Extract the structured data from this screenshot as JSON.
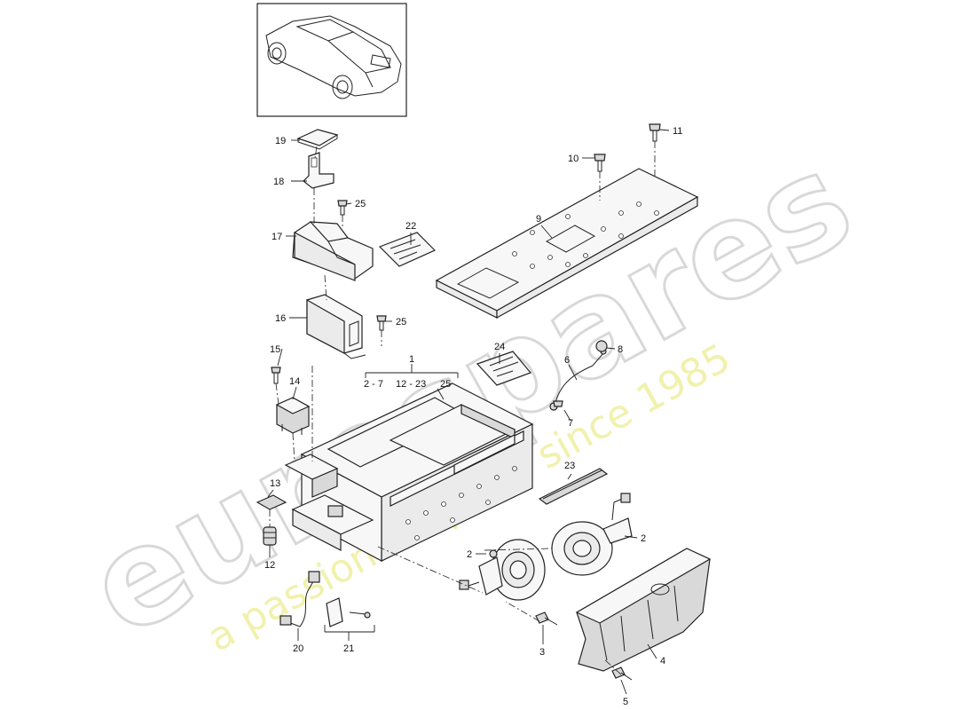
{
  "watermark": {
    "brand": "eurospares",
    "tagline": "a passion for parts since 1985"
  },
  "callouts": {
    "c1": "1",
    "c1_ranges": [
      "2 - 7",
      "12 - 23",
      "25"
    ],
    "c2a": "2",
    "c2b": "2",
    "c3": "3",
    "c4": "4",
    "c5": "5",
    "c6": "6",
    "c7": "7",
    "c8": "8",
    "c9": "9",
    "c10": "10",
    "c11": "11",
    "c12": "12",
    "c13": "13",
    "c14": "14",
    "c15": "15",
    "c16": "16",
    "c17": "17",
    "c18": "18",
    "c19": "19",
    "c20": "20",
    "c21": "21",
    "c22": "22",
    "c23": "23",
    "c24": "24",
    "c25a": "25",
    "c25b": "25"
  }
}
